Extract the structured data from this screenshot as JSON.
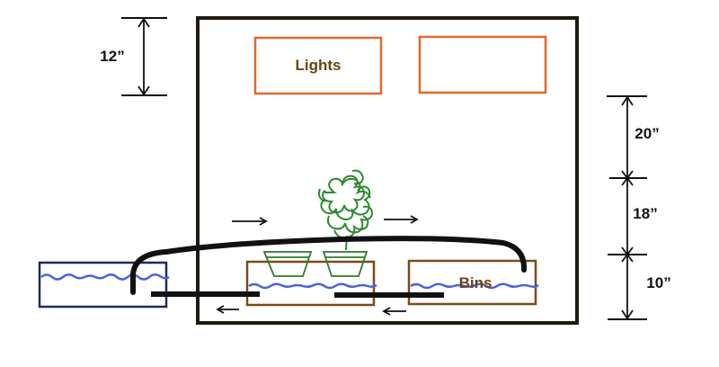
{
  "labels": {
    "lights": "Lights",
    "bins": "Bins"
  },
  "dimensions": {
    "top_clearance": "12”",
    "light_to_plant": "20”",
    "plant_height": "18”",
    "bin_height": "10”"
  },
  "colors": {
    "frame": "#1f1a12",
    "lights": "#e06a2b",
    "bins": "#7a4a1a",
    "reservoir": "#1f2a5c",
    "water": "#4a62d8",
    "plant": "#2f8a2f",
    "pipe": "#111111",
    "label_text": "#6b4410"
  }
}
